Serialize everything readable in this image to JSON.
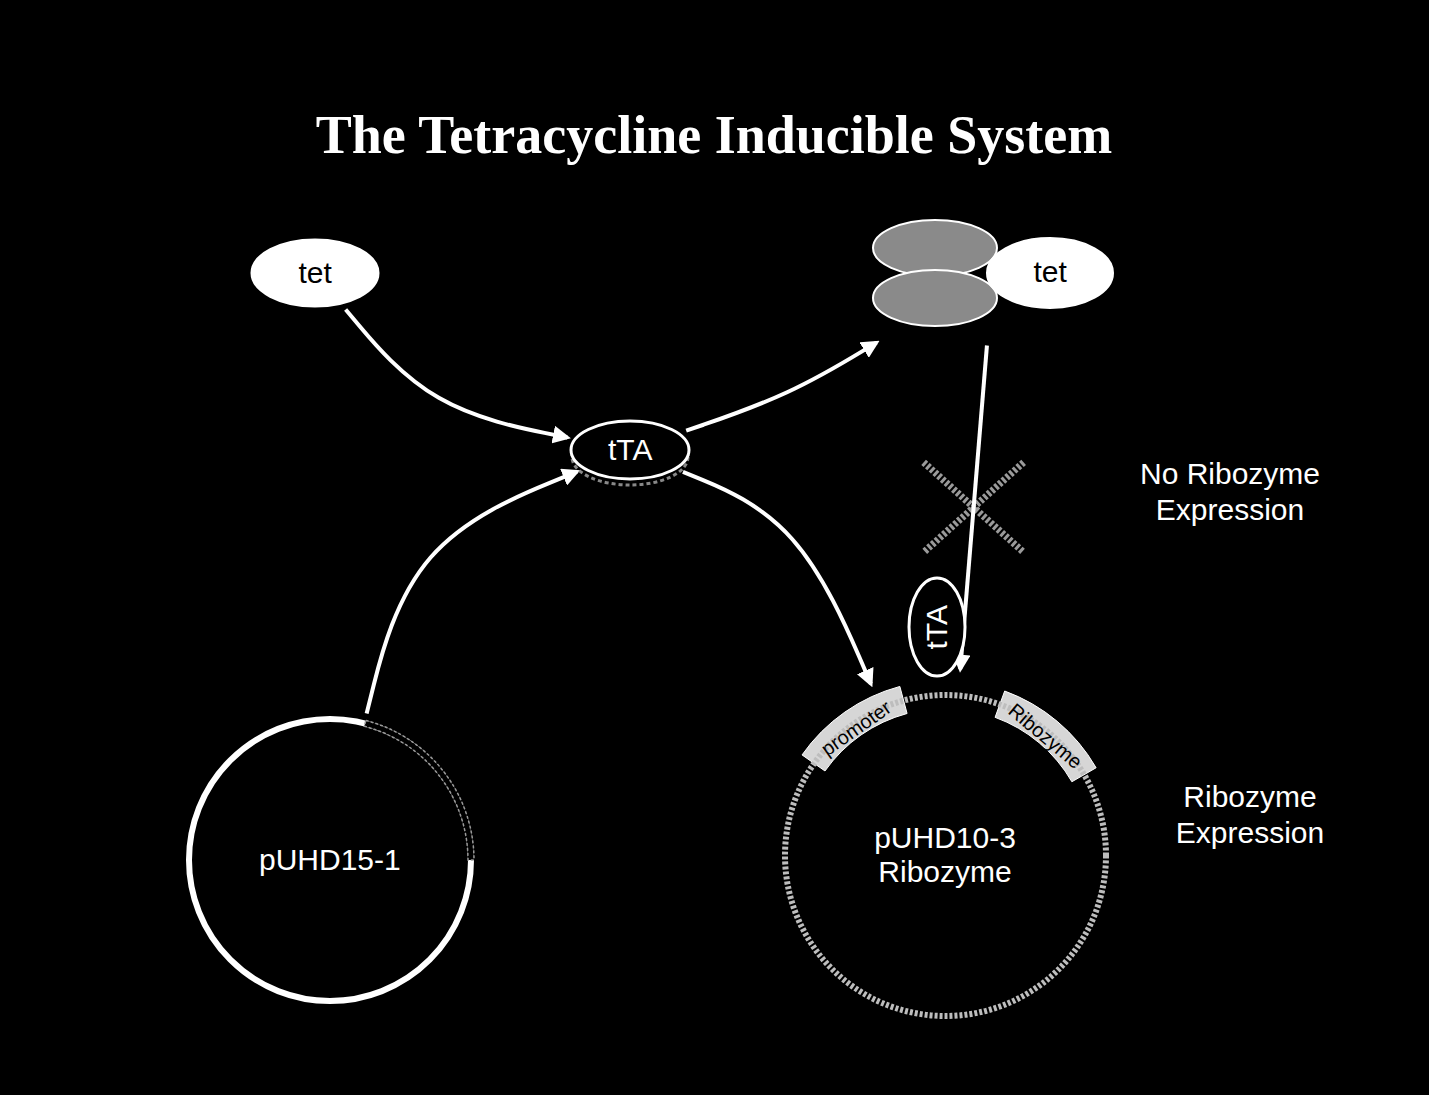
{
  "diagram": {
    "title": "The Tetracycline Inducible System",
    "nodes": [
      {
        "text": [
          "tet"
        ]
      },
      {
        "text": [
          "tTA"
        ]
      },
      {
        "text": [
          "tet"
        ]
      },
      {
        "text": [
          "pUHD15-1"
        ]
      },
      {
        "text": [
          "pUHD10-3 Ribozyme"
        ]
      },
      {
        "text": [
          "tTA"
        ]
      }
    ],
    "edges": [
      {
        "from": 0,
        "to": 1,
        "arrow": "to"
      },
      {
        "from": 3,
        "to": 1,
        "arrow": "to"
      },
      {
        "from": 1,
        "to": 2,
        "arrow": "to"
      },
      {
        "from": 1,
        "to": 4,
        "arrow": "to"
      },
      {
        "from": 2,
        "to": 4,
        "arrow": "to"
      }
    ],
    "labels": [
      "No Ribozyme Expression",
      "Ribozyme Expression",
      "promoter",
      "Ribozyme"
    ]
  }
}
